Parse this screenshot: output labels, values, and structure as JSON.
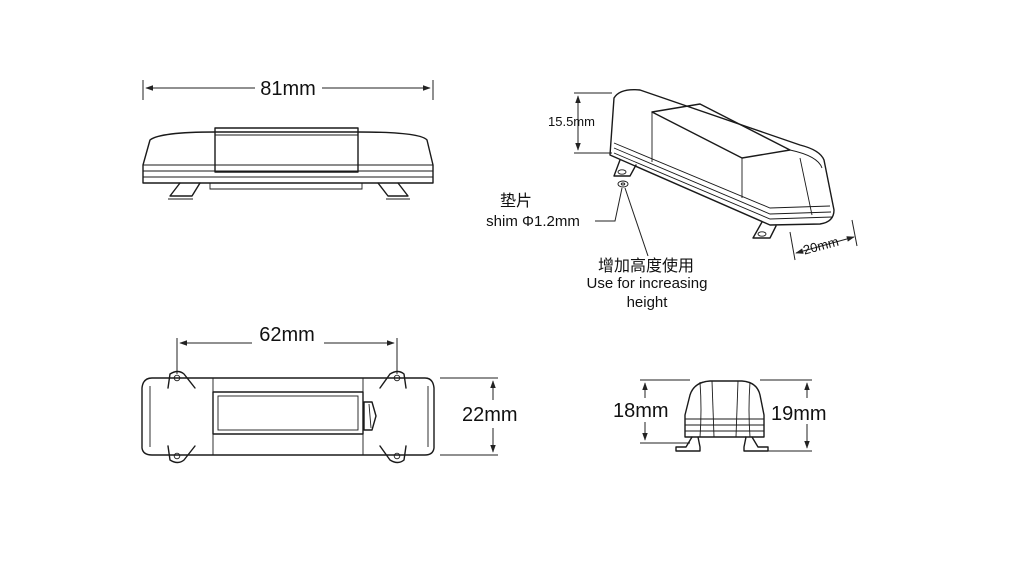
{
  "dimensions": {
    "front_length": "81mm",
    "iso_height": "15.5mm",
    "iso_depth": "20mm",
    "bottom_mount_spacing": "62mm",
    "bottom_width": "22mm",
    "side_height_left": "18mm",
    "side_height_right": "19mm"
  },
  "shim": {
    "label_cn": "垫片",
    "label_en": "shim Φ1.2mm"
  },
  "note": {
    "label_cn": "增加高度使用",
    "line1": "Use for increasing",
    "line2": "height"
  },
  "colors": {
    "line": "#1a1a1a",
    "background": "#ffffff"
  }
}
